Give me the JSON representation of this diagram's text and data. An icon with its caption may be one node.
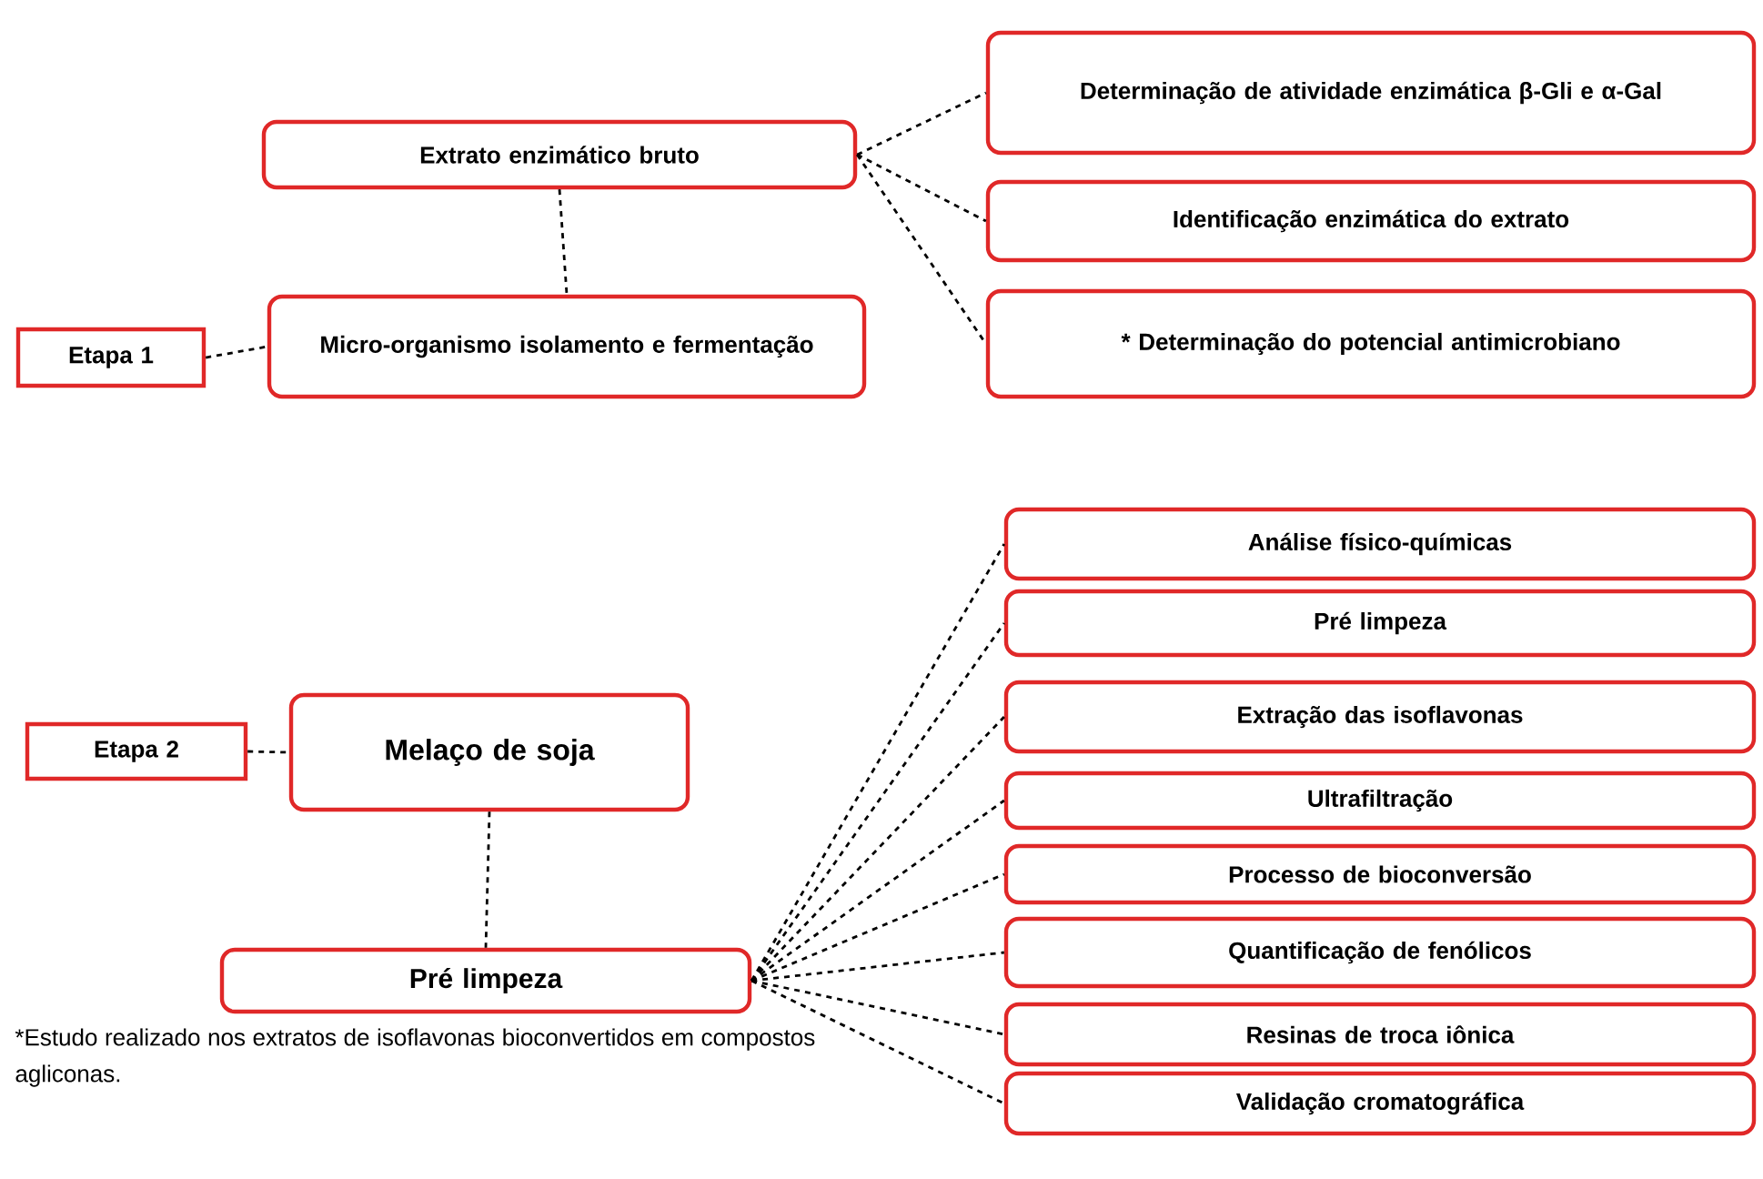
{
  "diagram": {
    "nodes": [
      {
        "text": [
          "Extrato enzimático bruto"
        ]
      },
      {
        "text": [
          "Determinação de atividade enzimática β-Gli e α-Gal"
        ]
      },
      {
        "text": [
          "Identificação enzimática do extrato"
        ]
      },
      {
        "text": [
          "* Determinação do potencial antimicrobiano"
        ]
      },
      {
        "text": [
          "Etapa 1"
        ]
      },
      {
        "text": [
          "Micro-organismo isolamento e fermentação"
        ]
      },
      {
        "text": [
          "Etapa 2"
        ]
      },
      {
        "text": [
          "Melaço de soja"
        ]
      },
      {
        "text": [
          "Pré limpeza"
        ]
      },
      {
        "text": [
          "Análise físico-químicas"
        ]
      },
      {
        "text": [
          "Pré limpeza"
        ]
      },
      {
        "text": [
          "Extração das isoflavonas"
        ]
      },
      {
        "text": [
          "Ultrafiltração"
        ]
      },
      {
        "text": [
          "Processo de bioconversão"
        ]
      },
      {
        "text": [
          "Quantificação de fenólicos"
        ]
      },
      {
        "text": [
          "Resinas de troca iônica"
        ]
      },
      {
        "text": [
          "Validação cromatográfica"
        ]
      }
    ],
    "edges": [
      {
        "from": 0,
        "to": 1,
        "arrow": "none"
      },
      {
        "from": 0,
        "to": 2,
        "arrow": "none"
      },
      {
        "from": 0,
        "to": 3,
        "arrow": "none"
      },
      {
        "from": 0,
        "to": 5,
        "arrow": "none"
      },
      {
        "from": 4,
        "to": 5,
        "arrow": "none"
      },
      {
        "from": 6,
        "to": 7,
        "arrow": "none"
      },
      {
        "from": 7,
        "to": 8,
        "arrow": "none"
      },
      {
        "from": 8,
        "to": 9,
        "arrow": "none"
      },
      {
        "from": 8,
        "to": 10,
        "arrow": "none"
      },
      {
        "from": 8,
        "to": 11,
        "arrow": "none"
      },
      {
        "from": 8,
        "to": 12,
        "arrow": "none"
      },
      {
        "from": 8,
        "to": 13,
        "arrow": "none"
      },
      {
        "from": 8,
        "to": 14,
        "arrow": "none"
      },
      {
        "from": 8,
        "to": 15,
        "arrow": "none"
      },
      {
        "from": 8,
        "to": 16,
        "arrow": "none"
      }
    ],
    "labels": [
      "*Estudo realizado nos extratos de isoflavonas bioconvertidos em compostos agliconas."
    ]
  }
}
